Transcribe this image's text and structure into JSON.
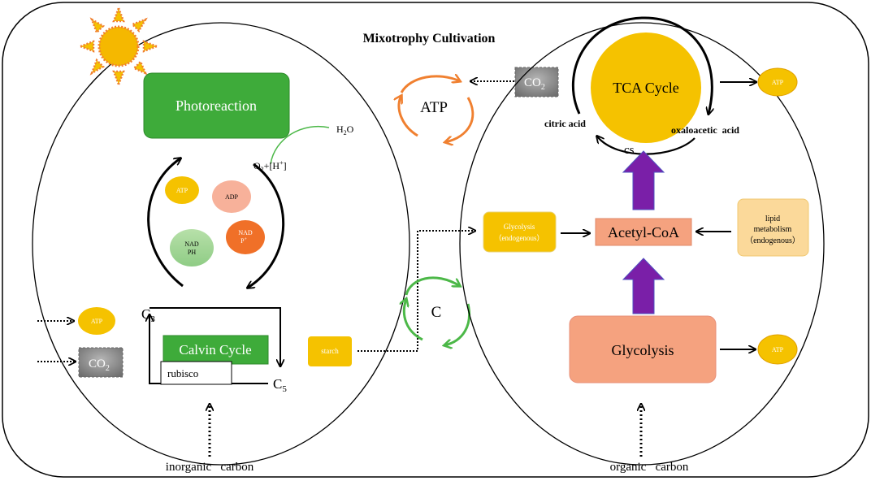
{
  "title": "Mixotrophy Cultivation",
  "left_cell": {
    "photoreaction": "Photoreaction",
    "water": {
      "base": "H",
      "sub": "2",
      "tail": "O"
    },
    "oxygen": {
      "base": "O",
      "sub": "2",
      "mid": "+[H",
      "sup": "+",
      "tail": "]"
    },
    "atp": "ATP",
    "adp": "ADP",
    "nadp": {
      "line1": "NAD",
      "line2": "P",
      "sup": "+"
    },
    "nadph": {
      "line1": "NAD",
      "line2": "PH"
    },
    "c3": {
      "base": "C",
      "sub": "3"
    },
    "c5": {
      "base": "C",
      "sub": "5"
    },
    "calvin": "Calvin Cycle",
    "rubisco": "rubisco",
    "starch": "starch",
    "input_atp": "ATP",
    "input_co2": {
      "base": "CO",
      "sub": "2"
    },
    "bottom_label": "inorganic   carbon"
  },
  "middle": {
    "atp_cycle": "ATP",
    "c_cycle": "C",
    "co2": {
      "base": "CO",
      "sub": "2"
    }
  },
  "right_cell": {
    "tca": "TCA Cycle",
    "citric": "citric acid",
    "oxaloacetic": "oxaloacetic  acid",
    "cs": "cs",
    "tca_atp": "ATP",
    "glycolysis_endo": {
      "line1": "Glycolysis",
      "line2": "（endogenous）"
    },
    "acetyl": "Acetyl-CoA",
    "lipid": {
      "line1": "lipid",
      "line2": "metabolism",
      "line3": "（endogenous）"
    },
    "glycolysis": "Glycolysis",
    "glyc_atp": "ATP",
    "bottom_label": "organic   carbon"
  },
  "colors": {
    "green_box": "#3eab3a",
    "gold": "#f5c200",
    "salmon": "#f5a27f",
    "orange_cycle": "#f08030",
    "green_cycle": "#4cb848",
    "purple_arrow": "#7a1fa8",
    "gray_box": "#8a8a8a"
  }
}
